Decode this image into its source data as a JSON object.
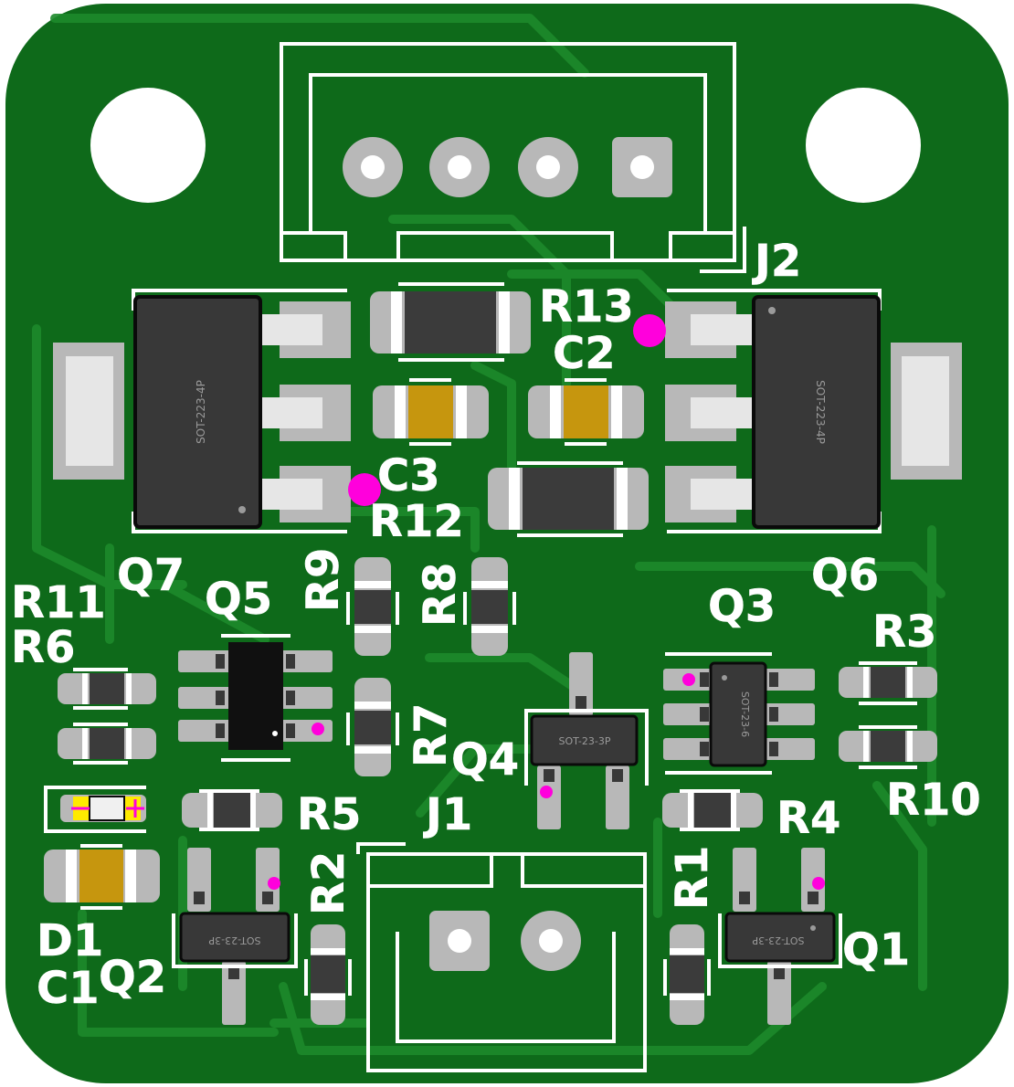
{
  "board": {
    "colors": {
      "substrate": "#0e6a1a",
      "copper_trace": "#1d8a2b",
      "silk": "#ffffff",
      "pad": "#b8b8b8",
      "pad_light": "#e6e6e6",
      "ic_body": "#383838",
      "ic_black": "#101010",
      "cap_body": "#c6960e",
      "pin1_marker": "#ff00dc",
      "hole": "#ffffff",
      "led_body": "#f0f0f0",
      "led_marks": "#ff00dc",
      "led_pad": "#ffea00",
      "ic_text": "#9a9a9a"
    }
  },
  "designators": {
    "J2": "J2",
    "R13": "R13",
    "C2": "C2",
    "C3": "C3",
    "R12": "R12",
    "Q7": "Q7",
    "Q6": "Q6",
    "R9": "R9",
    "R8": "R8",
    "Q5": "Q5",
    "R11": "R11",
    "R6": "R6",
    "Q3": "Q3",
    "R3": "R3",
    "R7": "R7",
    "Q4": "Q4",
    "R10": "R10",
    "R5": "R5",
    "J1": "J1",
    "R4": "R4",
    "R2": "R2",
    "R1": "R1",
    "D1": "D1",
    "C1": "C1",
    "Q2": "Q2",
    "Q1": "Q1"
  },
  "package_labels": {
    "q7": "SOT-223-4P",
    "q6": "SOT-223-4P",
    "q4": "SOT-23-3P",
    "q3": "SOT-23-6",
    "q2": "SOT-23-3P",
    "q1": "SOT-23-3P"
  }
}
